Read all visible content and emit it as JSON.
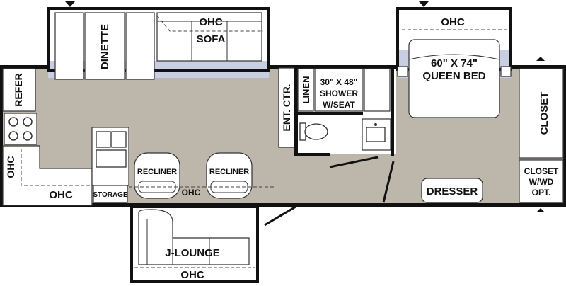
{
  "labels": {
    "dinette": "DINETTE",
    "sofa_ohc": "OHC",
    "sofa": "SOFA",
    "bedroom_ohc": "OHC",
    "queen_bed_size": "60\" X 74\"",
    "queen_bed": "QUEEN BED",
    "refer": "REFER",
    "ent_ctr": "ENT. CTR.",
    "linen": "LINEN",
    "shower_size": "30\" X 48\"",
    "shower": "SHOWER",
    "shower_seat": "W/SEAT",
    "closet": "CLOSET",
    "closet_wd_1": "CLOSET",
    "closet_wd_2": "W/WD",
    "closet_wd_3": "OPT.",
    "kitchen_ohc_vertical": "OHC",
    "kitchen_ohc": "OHC",
    "storage": "STORAGE",
    "recliner_1": "RECLINER",
    "recliner_2": "RECLINER",
    "living_ohc": "OHC",
    "dresser": "DRESSER",
    "jlounge": "J-LOUNGE",
    "jlounge_ohc": "OHC"
  },
  "colors": {
    "floor": "#bdb6ab",
    "slideout": "#c9cfe3",
    "wall": "#111111",
    "fixture": "#ffffff"
  }
}
